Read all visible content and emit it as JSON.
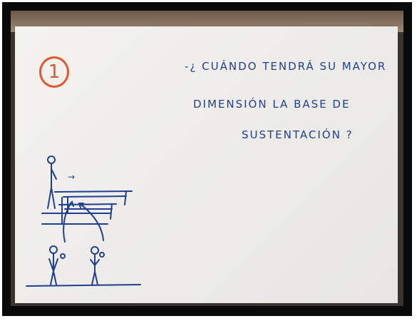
{
  "card": {
    "number": "1",
    "question_lines": [
      "-¿ CUÁNDO TENDRÁ SU MAYOR",
      "DIMENSIÓN LA BASE DE",
      "SUSTENTACIÓN ?"
    ],
    "arrow_glyph": "→"
  },
  "colors": {
    "ink": "#1f3f8f",
    "number_ink": "#e0572f",
    "card": "#f0efec",
    "frame": "#0a0a0a"
  }
}
